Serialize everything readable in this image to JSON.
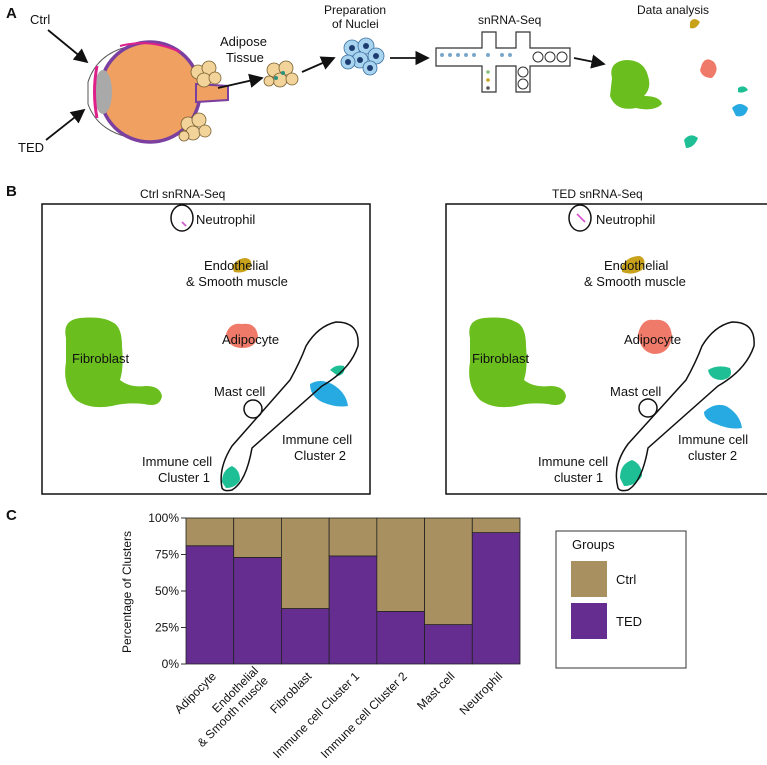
{
  "panel_a": {
    "letter": "A",
    "ctrl_label": "Ctrl",
    "ted_label": "TED",
    "adipose_label_1": "Adipose",
    "adipose_label_2": "Tissue",
    "prep_label_1": "Preparation",
    "prep_label_2": "of Nuclei",
    "snrna_label": "snRNA-Seq",
    "analysis_label": "Data analysis"
  },
  "panel_b": {
    "letter": "B",
    "ctrl_title": "Ctrl snRNA-Seq",
    "ted_title": "TED  snRNA-Seq",
    "ctrl_labels": {
      "neutrophil": "Neutrophil",
      "endothelial_1": "Endothelial",
      "endothelial_2": "& Smooth muscle",
      "adipocyte": "Adipocyte",
      "fibroblast": "Fibroblast",
      "mast": "Mast cell",
      "immune2_1": "Immune cell",
      "immune2_2": "Cluster 2",
      "immune1_1": "Immune cell",
      "immune1_2": "Cluster 1"
    },
    "ted_labels": {
      "neutrophil": "Neutrophil",
      "endothelial_1": "Endothelial",
      "endothelial_2": "& Smooth muscle",
      "adipocyte": "Adipocyte",
      "fibroblast": "Fibroblast",
      "mast": "Mast cell",
      "immune2_1": "Immune cell",
      "immune2_2": "cluster 2",
      "immune1_1": "Immune cell",
      "immune1_2": "cluster 1"
    },
    "colors": {
      "fibroblast": "#6abf1e",
      "adipocyte": "#f07a6a",
      "endothelial": "#c9a21c",
      "immune": "#1fbf96",
      "immune2": "#27a9e1",
      "neutrophil": "#d94fd0"
    }
  },
  "panel_c": {
    "letter": "C",
    "legend_title": "Groups",
    "legend_items": [
      {
        "name": "Ctrl",
        "color": "#a89060"
      },
      {
        "name": "TED",
        "color": "#662d91"
      }
    ]
  },
  "chart_data": {
    "type": "bar",
    "stacked": true,
    "ylabel": "Percentage of Clusters",
    "xlabel": "",
    "ylim": [
      0,
      100
    ],
    "yticks": [
      "0%",
      "25%",
      "50%",
      "75%",
      "100%"
    ],
    "categories": [
      "Adipocyte",
      "Endothelial\n& Smooth muscle",
      "Fibroblast",
      "Immune cell Cluster 1",
      "Immune cell Cluster 2",
      "Mast cell",
      "Neutrophil"
    ],
    "series": [
      {
        "name": "TED",
        "color": "#662d91",
        "values": [
          81,
          73,
          38,
          74,
          36,
          27,
          90
        ]
      },
      {
        "name": "Ctrl",
        "color": "#a89060",
        "values": [
          19,
          27,
          62,
          26,
          64,
          73,
          10
        ]
      }
    ],
    "legend_position": "right",
    "grid": false
  }
}
